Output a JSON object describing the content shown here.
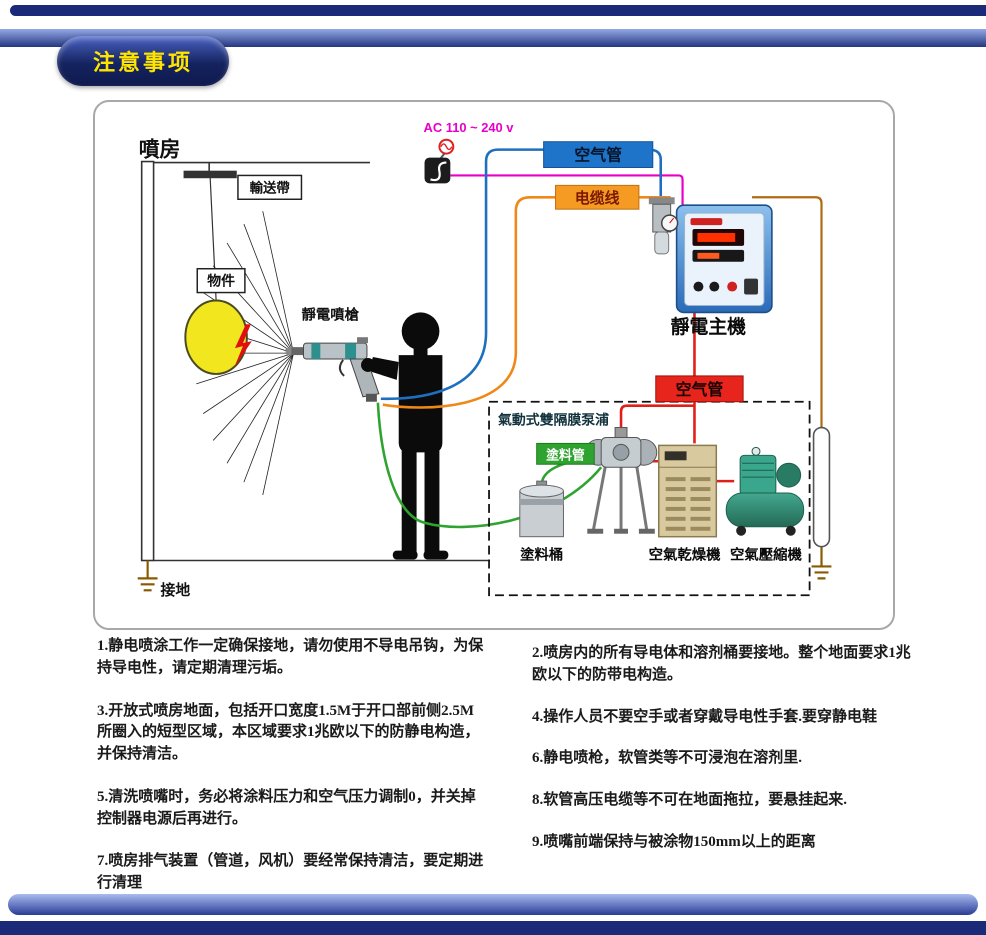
{
  "header": {
    "badge": "注意事项"
  },
  "diagram": {
    "booth": "噴房",
    "conveyor": "輸送帶",
    "object": "物件",
    "gun": "靜電噴槍",
    "power": "AC 110 ~ 240 v",
    "air_pipe_top": "空气管",
    "cable": "电缆线",
    "main_unit": "靜電主機",
    "air_pipe_mid": "空气管",
    "pump_title": "氣動式雙隔膜泵浦",
    "paint_pipe": "塗料管",
    "bucket": "塗料桶",
    "dryer": "空氣乾燥機",
    "compressor": "空氣壓縮機",
    "ground": "接地"
  },
  "notes": {
    "left": [
      "1.静电喷涂工作一定确保接地，请勿使用不导电吊钩，为保持导电性，请定期清理污垢。",
      "3.开放式喷房地面，包括开口宽度1.5M于开口部前侧2.5M所圈入的短型区域，本区域要求1兆欧以下的防静电构造，并保持清洁。",
      "5.清洗喷嘴时，务必将涂料压力和空气压力调制0，并关掉控制器电源后再进行。",
      "7.喷房排气装置（管道，风机）要经常保持清洁，要定期进行清理"
    ],
    "right": [
      "2.喷房内的所有导电体和溶剂桶要接地。整个地面要求1兆欧以下的防带电构造。",
      "4.操作人员不要空手或者穿戴导电性手套.要穿静电鞋",
      "6.静电喷枪，软管类等不可浸泡在溶剂里.",
      "8.软管高压电缆等不可在地面拖拉，要悬挂起来.",
      "9.喷嘴前端保持与被涂物150mm以上的距离"
    ]
  },
  "colors": {
    "bar_navy": "#1b2a78",
    "badge_text_yellow": "#ffe400",
    "air_pipe_blue": "#1e74c8",
    "cable_orange": "#f59a23",
    "air_pipe_red": "#e8251d",
    "paint_green": "#2fa32f",
    "power_magenta": "#e800c8",
    "workpiece_yellow": "#f2e71e"
  }
}
